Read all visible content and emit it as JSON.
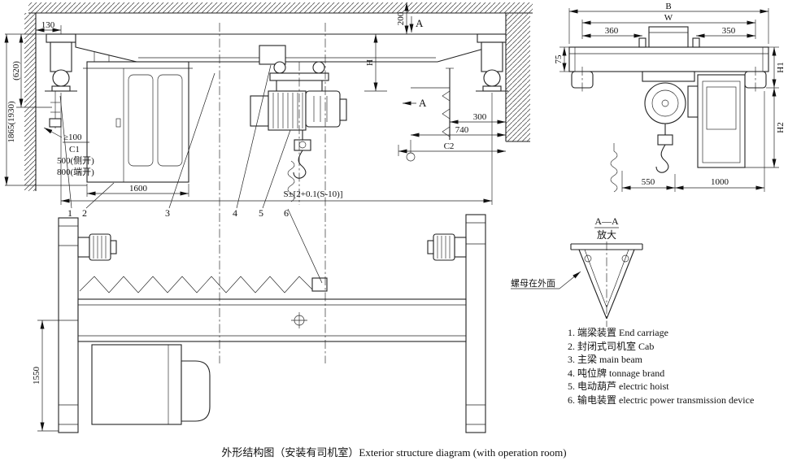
{
  "caption": "外形结构图（安装有司机室）Exterior structure diagram (with operation room)",
  "legend": {
    "items": [
      "1. 端梁装置 End carriage",
      "2. 封闭式司机室 Cab",
      "3. 主梁 main beam",
      "4. 吨位牌 tonnage brand",
      "5. 电动葫芦 electric hoist",
      "6. 输电装置 electric power transmission device"
    ]
  },
  "front_view": {
    "dim_130": "130",
    "dim_620": "(620)",
    "dim_1865": "1865(1930)",
    "dim_ge100": "≥100",
    "dim_c1": "C1",
    "dim_500_side": "500(侧开)",
    "dim_800_end": "800(端开)",
    "dim_1600": "1600",
    "dim_200": "200",
    "dim_h": "H",
    "section_letter": "A",
    "dim_300": "300",
    "dim_740": "740",
    "dim_c2": "C2",
    "dim_span": "S±[2+0.1(S-10)]",
    "callouts": [
      "1",
      "2",
      "3",
      "4",
      "5",
      "6"
    ]
  },
  "side_view": {
    "dim_b": "B",
    "dim_w": "W",
    "dim_360": "360",
    "dim_350": "350",
    "dim_75": "75",
    "dim_h1": "H1",
    "dim_h2": "H2",
    "dim_550": "550",
    "dim_1000": "1000"
  },
  "plan_view": {
    "dim_1550": "1550"
  },
  "section_detail": {
    "title": "A—A",
    "subtitle": "放大",
    "note": "螺母在外面"
  }
}
